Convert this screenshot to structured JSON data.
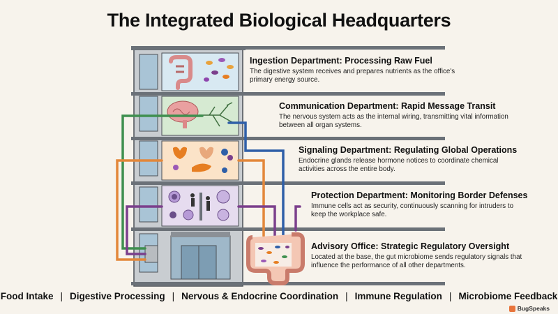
{
  "title": "The Integrated Biological Headquarters",
  "departments": [
    {
      "heading": "Ingestion Department: Processing Raw Fuel",
      "desc": "The digestive system receives and prepares nutrients as the office's primary energy source."
    },
    {
      "heading": "Communication Department: Rapid Message Transit",
      "desc": "The nervous system acts as the internal wiring, transmitting vital information between all organ systems."
    },
    {
      "heading": "Signaling Department: Regulating Global Operations",
      "desc": "Endocrine glands release hormone notices to coordinate chemical activities across the entire body."
    },
    {
      "heading": "Protection Department: Monitoring Border Defenses",
      "desc": "Immune cells act as security, continuously scanning for intruders to keep the workplace safe."
    },
    {
      "heading": "Advisory Office: Strategic Regulatory Oversight",
      "desc": "Located at the base, the gut microbiome sends regulatory signals that influence the performance of all other departments."
    }
  ],
  "footer": [
    "Food Intake",
    "Digestive Processing",
    "Nervous & Endocrine Coordination",
    "Immune Regulation",
    "Microbiome Feedback"
  ],
  "footer_separator": "|",
  "logo_text": "BugSpeaks",
  "colors": {
    "background": "#f7f3ec",
    "building": "#c9cdd1",
    "floor_slab": "#6b7178",
    "wire_green": "#3f8f4f",
    "wire_blue": "#2f5fa8",
    "wire_orange": "#e3873a",
    "wire_purple": "#7b3f8c",
    "room_ingestion": "#d8e9f2",
    "room_communication": "#d6ead2",
    "room_signaling": "#fbe3c8",
    "room_protection": "#e6dcef"
  }
}
